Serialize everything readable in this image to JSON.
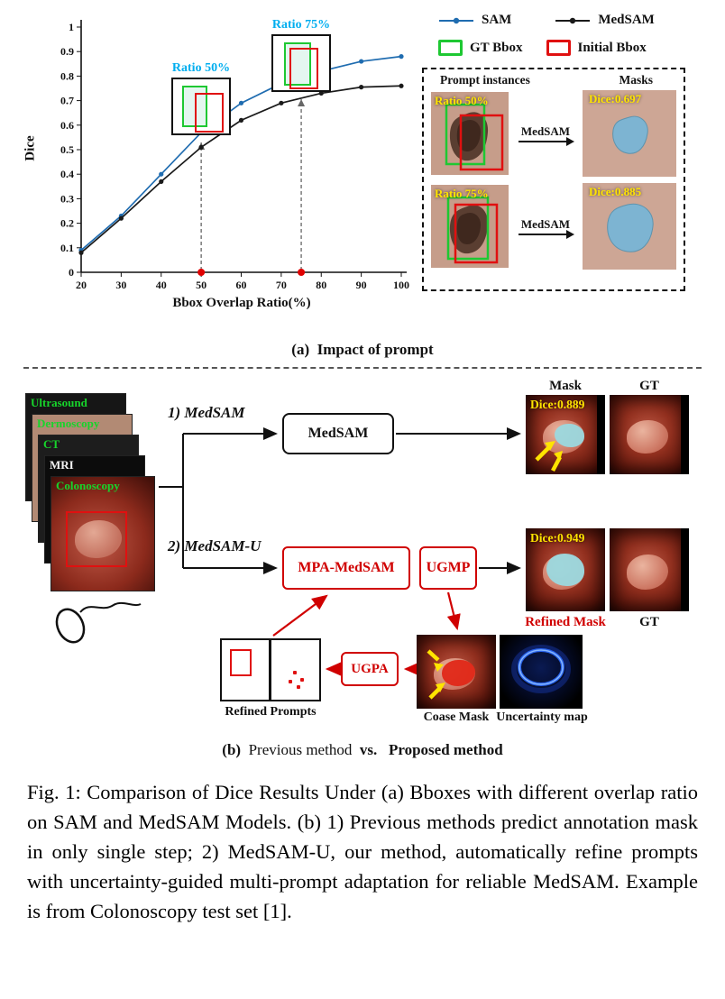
{
  "chart_data": {
    "type": "line",
    "title": "",
    "x": [
      20,
      30,
      40,
      50,
      60,
      70,
      80,
      90,
      100
    ],
    "series": [
      {
        "name": "SAM",
        "color": "#1f6cb0",
        "values": [
          0.09,
          0.23,
          0.4,
          0.57,
          0.69,
          0.77,
          0.82,
          0.86,
          0.88
        ]
      },
      {
        "name": "MedSAM",
        "color": "#1a1a1a",
        "values": [
          0.08,
          0.22,
          0.37,
          0.51,
          0.62,
          0.69,
          0.73,
          0.755,
          0.76
        ]
      }
    ],
    "xlabel": "Bbox Overlap Ratio(%)",
    "ylabel": "Dice",
    "xlim": [
      20,
      100
    ],
    "ylim": [
      0,
      1
    ],
    "xticks": [
      20,
      30,
      40,
      50,
      60,
      70,
      80,
      90,
      100
    ],
    "yticks": [
      0,
      0.1,
      0.2,
      0.3,
      0.4,
      0.5,
      0.6,
      0.7,
      0.8,
      0.9,
      1
    ],
    "highlight_x": [
      50,
      75
    ],
    "annotations": [
      {
        "label": "Ratio 50%"
      },
      {
        "label": "Ratio 75%"
      }
    ],
    "legend_position": "top-right",
    "grid": false
  },
  "legend": {
    "series": [
      {
        "label": "SAM"
      },
      {
        "label": "MedSAM"
      }
    ],
    "boxes": [
      {
        "label": "GT Bbox",
        "color": "#1ec832"
      },
      {
        "label": "Initial Bbox",
        "color": "#e01010"
      }
    ]
  },
  "prompt_panel": {
    "header_left": "Prompt instances",
    "header_right": "Masks",
    "rows": [
      {
        "ratio": "Ratio 50%",
        "model": "MedSAM",
        "dice": "Dice:0.697"
      },
      {
        "ratio": "Ratio 75%",
        "model": "MedSAM",
        "dice": "Dice:0.885"
      }
    ]
  },
  "flow": {
    "modalities": [
      "Ultrasound",
      "Dermoscopy",
      "CT",
      "MRI",
      "Colonoscopy"
    ],
    "branch1_label": "1) MedSAM",
    "branch1_box": "MedSAM",
    "mask_label": "Mask",
    "gt_label_top": "GT",
    "dice_top": "Dice:0.889",
    "branch2_label": "2) MedSAM-U",
    "branch2_box1": "MPA-MedSAM",
    "branch2_box2": "UGMP",
    "dice_bottom": "Dice:0.949",
    "refined_mask_label": "Refined Mask",
    "gt_label_bottom": "GT",
    "ugpa_box": "UGPA",
    "refined_prompts_label": "Refined Prompts",
    "coarse_mask_label": "Coase Mask",
    "uncertainty_label": "Uncertainty map"
  },
  "figure": {
    "caption_a_tag": "(a)",
    "caption_a_text": "Impact of prompt",
    "caption_b_tag": "(b)",
    "caption_b_previous": "Previous method",
    "caption_b_vs": "vs.",
    "caption_b_proposed": "Proposed method",
    "fig_caption": "Fig. 1: Comparison of Dice Results Under (a) Bboxes with different overlap ratio on SAM and MedSAM Models. (b) 1) Previous methods predict annotation mask in only single step; 2) MedSAM-U, our method, automatically refine prompts with uncertainty-guided multi-prompt adaptation for reliable MedSAM. Example is from Colonoscopy test set [1]."
  },
  "colors": {
    "annotation_cyan": "#00aeef",
    "overlay_yellow": "#ffe400",
    "red": "#d00000",
    "gt_green": "#1ec832",
    "sam_blue": "#1f6cb0",
    "mask_blue": "#7db4d2",
    "refined_teal": "#9bd8de"
  }
}
